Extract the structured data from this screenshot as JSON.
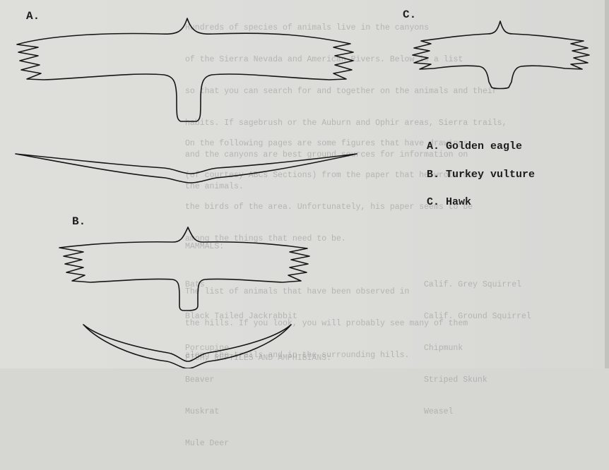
{
  "figures": {
    "a_label": "A.",
    "b_label": "B.",
    "c_label": "C."
  },
  "legend": {
    "items": [
      "A. Golden eagle",
      "B. Turkey vulture",
      "C. Hawk"
    ]
  },
  "bleed_text": {
    "intro": [
      "Hundreds of species of animals live in the canyons",
      "of the Sierra Nevada and American Rivers. Below is a list",
      "so that you can search for and together on the animals and their",
      "habits. If sagebrush or the Auburn and Ophir areas, Sierra trails,",
      "and the canyons are best ground sources for information on",
      "the animals."
    ],
    "paragraph2": [
      "On the following pages are some figures that have drawings",
      "(of courtesy ABCs Sections) from the paper that he wrote on",
      "the birds of the area. Unfortunately, his paper seems to be",
      "among the things that need to be.",
      "",
      "The list of animals that have been observed in",
      "the hills. If you look, you will probably see many of them",
      "along the trails and in the surrounding hills."
    ],
    "mammals_heading": "MAMMALS:",
    "mammals_left": [
      "Bats",
      "Black Tailed Jackrabbit",
      "Porcupine",
      "Beaver",
      "Muskrat",
      "Mule Deer"
    ],
    "mammals_right": [
      "Calif. Grey Squirrel",
      "Calif. Ground Squirrel",
      "Chipmunk",
      "Striped Skunk",
      "Weasel"
    ],
    "fish_heading": "FISH, REPTILES AND AMPHIBIANS:"
  }
}
